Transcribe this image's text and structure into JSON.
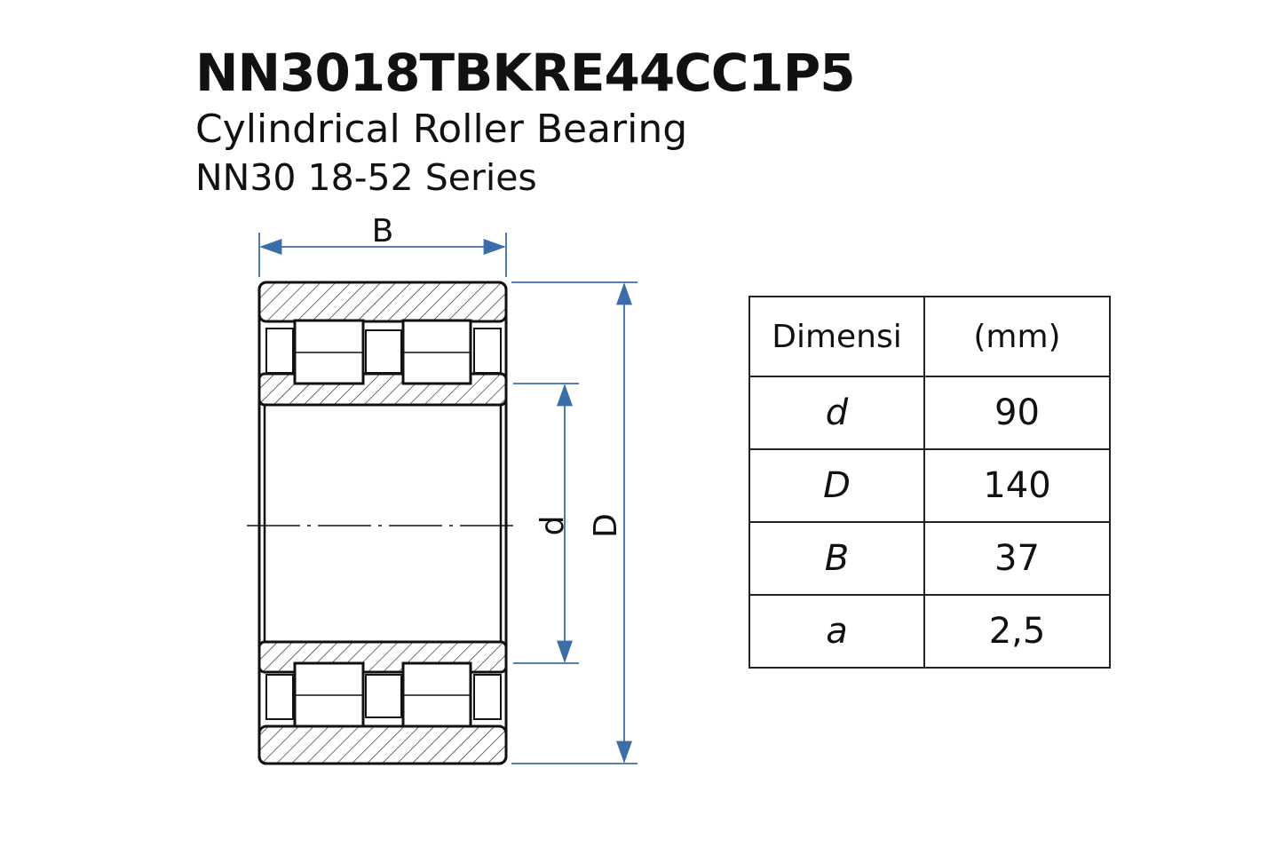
{
  "title": "NN3018TBKRE44CC1P5",
  "subtitle": "Cylindrical Roller Bearing",
  "series": "NN30 18-52 Series",
  "drawing": {
    "labels": {
      "B": "B",
      "d": "d",
      "D": "D"
    },
    "dimension_color": "#3b6ea8"
  },
  "table": {
    "headers": [
      "Dimensi",
      "(mm)"
    ],
    "rows": [
      {
        "symbol": "d",
        "value": "90"
      },
      {
        "symbol": "D",
        "value": "140"
      },
      {
        "symbol": "B",
        "value": "37"
      },
      {
        "symbol": "a",
        "value": "2,5"
      }
    ]
  }
}
